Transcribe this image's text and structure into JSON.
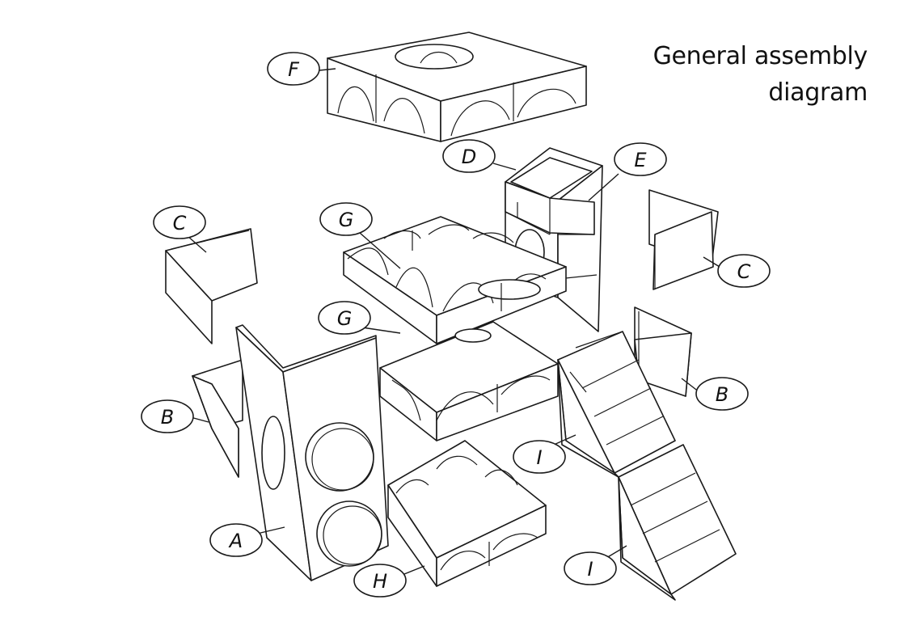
{
  "title": {
    "line1": "General assembly",
    "line2": "diagram"
  },
  "labels": {
    "A": "A",
    "B": "B",
    "C": "C",
    "D": "D",
    "E": "E",
    "F": "F",
    "G": "G",
    "H": "H",
    "I": "I"
  }
}
